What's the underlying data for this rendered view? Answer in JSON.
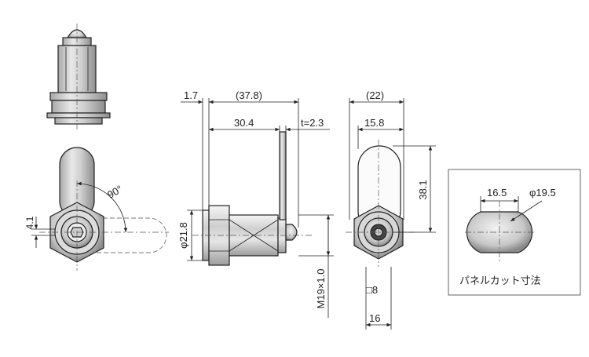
{
  "figure": {
    "dimensions": {
      "flange_thickness": "1.7",
      "overall_length": "(37.8)",
      "body_length": "30.4",
      "cam_thickness": "t=2.3",
      "cam_width": "(22)",
      "cam_offset": "15.8",
      "cam_length": "38.1",
      "flange_diameter": "φ21.8",
      "thread": "M19×1.0",
      "key_square": "□8",
      "hex_across": "16",
      "keyhole": "4.1",
      "rotation_angle": "90°"
    },
    "panel_cutout": {
      "width": "16.5",
      "diameter": "φ19.5",
      "caption": "パネルカット寸法"
    }
  }
}
